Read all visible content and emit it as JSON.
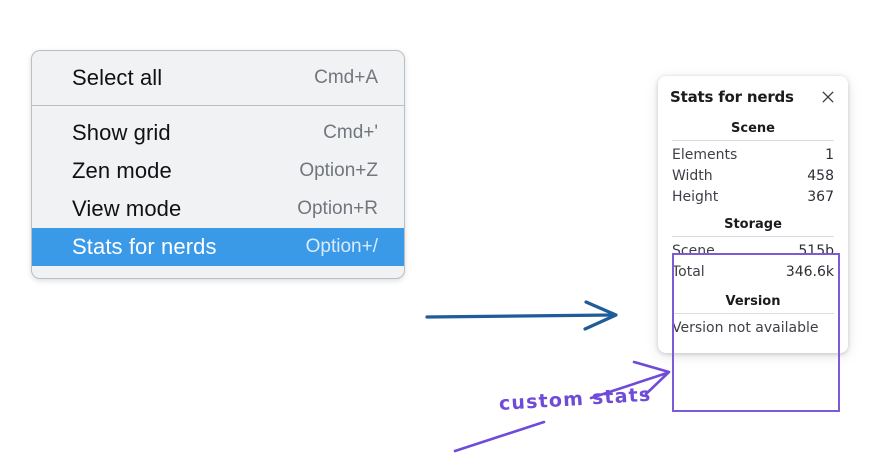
{
  "colors": {
    "menu_background": "#f1f2f4",
    "menu_border": "#b9bec5",
    "menu_highlight": "#3b9ae8",
    "panel_background": "#ffffff",
    "annotation_purple": "#6f4bd8",
    "highlight_box_purple": "#7d5bd6",
    "arrow_blue": "#1f5c99",
    "page_background": "#ffffff"
  },
  "context_menu": {
    "groups": [
      {
        "items": [
          {
            "label": "Select all",
            "shortcut": "Cmd+A",
            "selected": false
          }
        ]
      },
      {
        "items": [
          {
            "label": "Show grid",
            "shortcut": "Cmd+'",
            "selected": false
          },
          {
            "label": "Zen mode",
            "shortcut": "Option+Z",
            "selected": false
          },
          {
            "label": "View mode",
            "shortcut": "Option+R",
            "selected": false
          },
          {
            "label": "Stats for nerds",
            "shortcut": "Option+/",
            "selected": true
          }
        ]
      }
    ]
  },
  "stats_panel": {
    "title": "Stats for nerds",
    "close_icon": "close-icon",
    "sections": [
      {
        "title": "Scene",
        "rows": [
          {
            "key": "Elements",
            "value": "1"
          },
          {
            "key": "Width",
            "value": "458"
          },
          {
            "key": "Height",
            "value": "367"
          }
        ]
      },
      {
        "title": "Storage",
        "rows": [
          {
            "key": "Scene",
            "value": "515b"
          },
          {
            "key": "Total",
            "value": "346.6k"
          }
        ]
      },
      {
        "title": "Version",
        "text": "Version not available"
      }
    ]
  },
  "annotations": {
    "custom_stats_label": "custom stats",
    "blue_arrow": "arrow-right-icon",
    "purple_arrow": "arrow-up-right-icon",
    "purple_line": "underline-stroke"
  }
}
